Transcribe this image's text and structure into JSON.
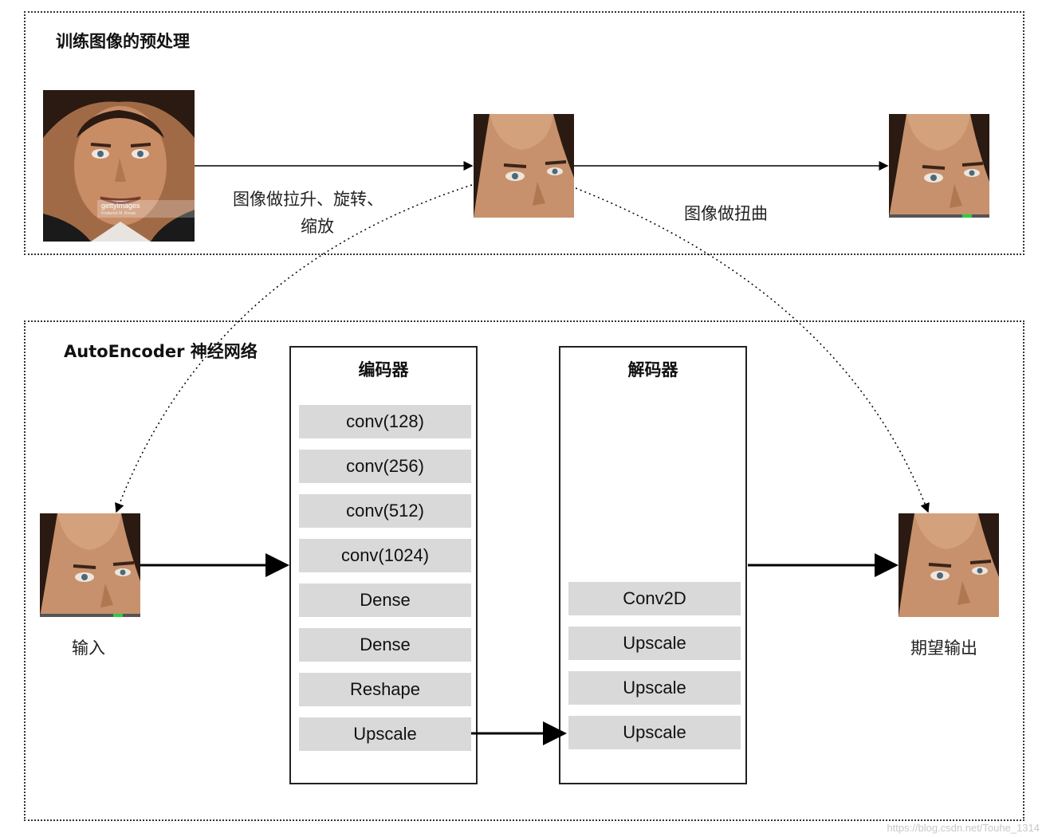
{
  "preprocess": {
    "title": "训练图像的预处理",
    "step1_label_line1": "图像做拉升、旋转、",
    "step1_label_line2": "缩放",
    "step2_label": "图像做扭曲"
  },
  "autoencoder": {
    "title": "AutoEncoder 神经网络",
    "input_label": "输入",
    "output_label": "期望输出",
    "encoder": {
      "title": "编码器",
      "layers": [
        "conv(128)",
        "conv(256)",
        "conv(512)",
        "conv(1024)",
        "Dense",
        "Dense",
        "Reshape",
        "Upscale"
      ]
    },
    "decoder": {
      "title": "解码器",
      "layers": [
        "Conv2D",
        "Upscale",
        "Upscale",
        "Upscale"
      ]
    }
  },
  "photo_caption": {
    "brand": "gettyimages",
    "credit": "Frederick M. Brown"
  },
  "watermark": "https://blog.csdn.net/Touhe_1314",
  "colors": {
    "layer_fill": "#d9d9d9",
    "border": "#222222",
    "arrow": "#000000"
  }
}
